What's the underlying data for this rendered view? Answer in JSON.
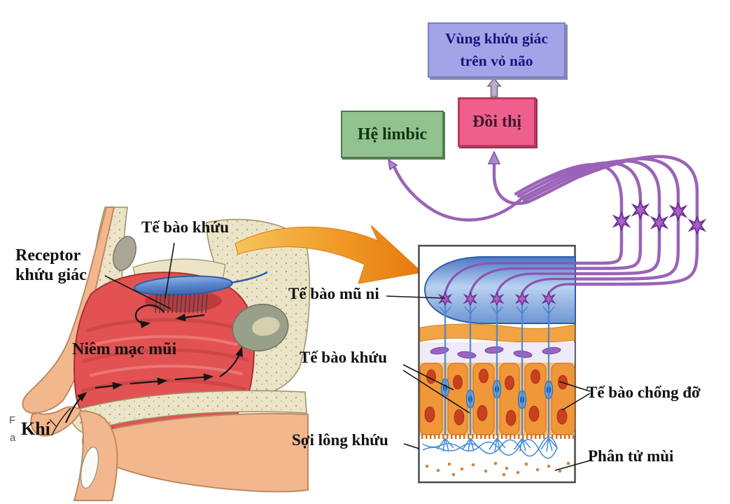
{
  "flowchart": {
    "cortex_box": {
      "line1": "Vùng khứu giác",
      "line2": "trên vỏ não"
    },
    "thalamus_box": {
      "label": "Đồi thị"
    },
    "limbic_box": {
      "label": "Hệ limbic"
    }
  },
  "nose_section": {
    "olfactory_cell_label": "Tế bào khứu",
    "receptor_label_line1": "Receptor",
    "receptor_label_line2": "khứu giác",
    "mucosa_label": "Niêm mạc mũi",
    "air_label": "Khí",
    "corner_mark_line1": "F",
    "corner_mark_line2": "a"
  },
  "epithelium_section": {
    "mitral_cell_label": "Tế bào mũ ni",
    "olfactory_cell_label": "Tế bào khứu",
    "cilia_label": "Sợi lông khứu",
    "supporting_cell_label": "Tế bào chống đỡ",
    "odor_molecule_label": "Phân tử mùi"
  },
  "colors": {
    "cortex_box_bg": "#a3a3e8",
    "cortex_box_text": "#15157e",
    "thalamus_box_bg": "#ef5f8e",
    "limbic_box_bg": "#92c28e",
    "axon_purple": "#9a63b8",
    "magnify_arrow_orange": "#ee9018",
    "olfactory_bulb_blue": "#5b86cc",
    "mucosa_red": "#e25252",
    "flesh_tan": "#f3b78e",
    "bone_cream": "#ece4c6"
  }
}
